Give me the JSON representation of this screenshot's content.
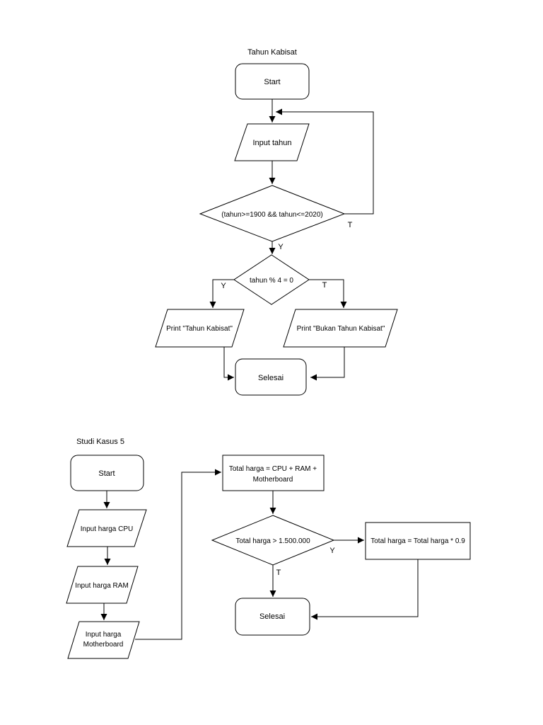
{
  "colors": {
    "stroke": "#000000",
    "text": "#000000",
    "background": "#ffffff",
    "shape_fill": "#ffffff"
  },
  "flowchart1": {
    "title": "Tahun Kabisat",
    "start": "Start",
    "input_tahun": "Input tahun",
    "decision_range": "(tahun>=1900 && tahun<=2020)",
    "decision_range_true": "T",
    "decision_range_yes": "Y",
    "decision_mod": "tahun % 4 = 0",
    "decision_mod_yes": "Y",
    "decision_mod_true": "T",
    "print_kabisat": "Print \"Tahun Kabisat\"",
    "print_bukan_kabisat": "Print \"Bukan Tahun Kabisat\"",
    "end": "Selesai"
  },
  "flowchart2": {
    "title": "Studi Kasus 5",
    "start": "Start",
    "input_cpu": "Input harga CPU",
    "input_ram": "Input harga RAM",
    "input_motherboard": [
      "Input harga",
      "Motherboard"
    ],
    "total": [
      "Total harga = CPU + RAM +",
      "Motherboard"
    ],
    "decision_total": "Total harga > 1.500.000",
    "decision_total_yes": "Y",
    "decision_total_true": "T",
    "discount": "Total harga = Total harga * 0.9",
    "end": "Selesai"
  }
}
